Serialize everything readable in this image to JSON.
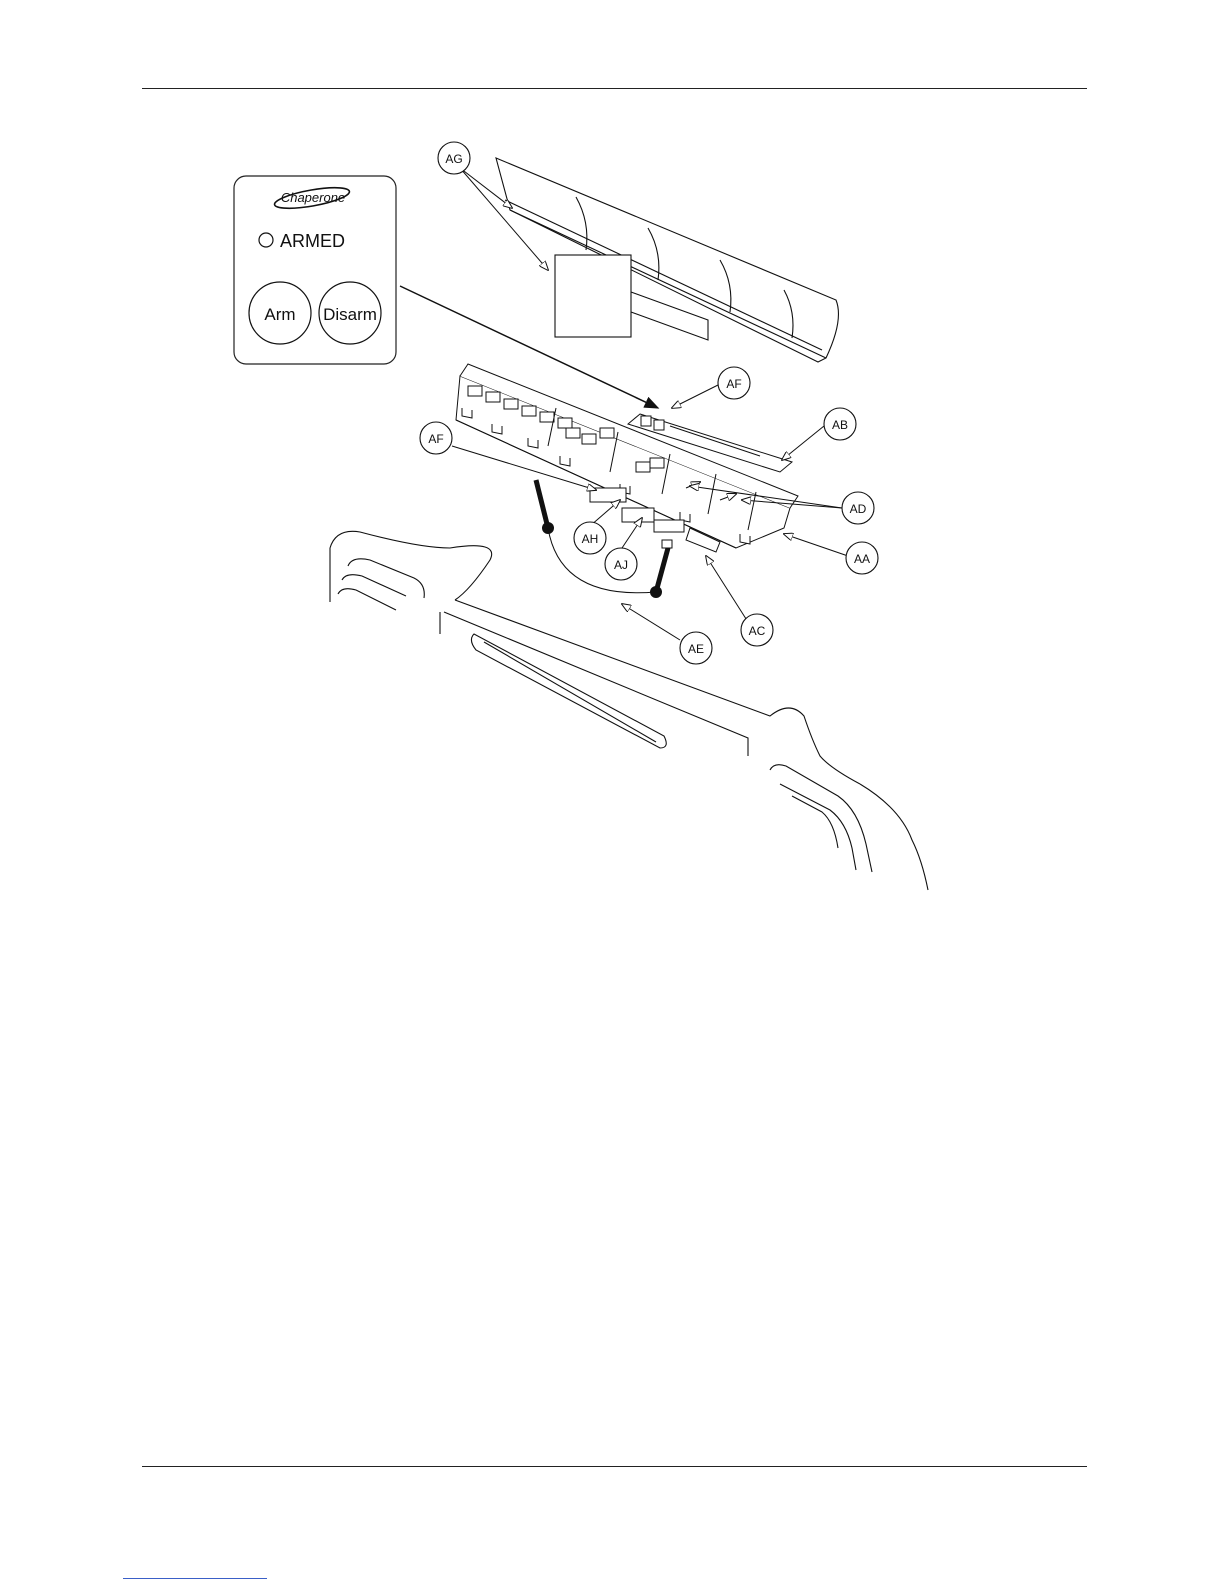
{
  "inset_panel": {
    "logo_text": "Chaperone",
    "armed_label": "ARMED",
    "arm_button_label": "Arm",
    "disarm_button_label": "Disarm"
  },
  "callouts": [
    {
      "id": "callout-ag",
      "label": "AG"
    },
    {
      "id": "callout-af-top",
      "label": "AF"
    },
    {
      "id": "callout-ab",
      "label": "AB"
    },
    {
      "id": "callout-af-left",
      "label": "AF"
    },
    {
      "id": "callout-ad",
      "label": "AD"
    },
    {
      "id": "callout-ah",
      "label": "AH"
    },
    {
      "id": "callout-aa",
      "label": "AA"
    },
    {
      "id": "callout-aj",
      "label": "AJ"
    },
    {
      "id": "callout-ac",
      "label": "AC"
    },
    {
      "id": "callout-ae",
      "label": "AE"
    }
  ]
}
